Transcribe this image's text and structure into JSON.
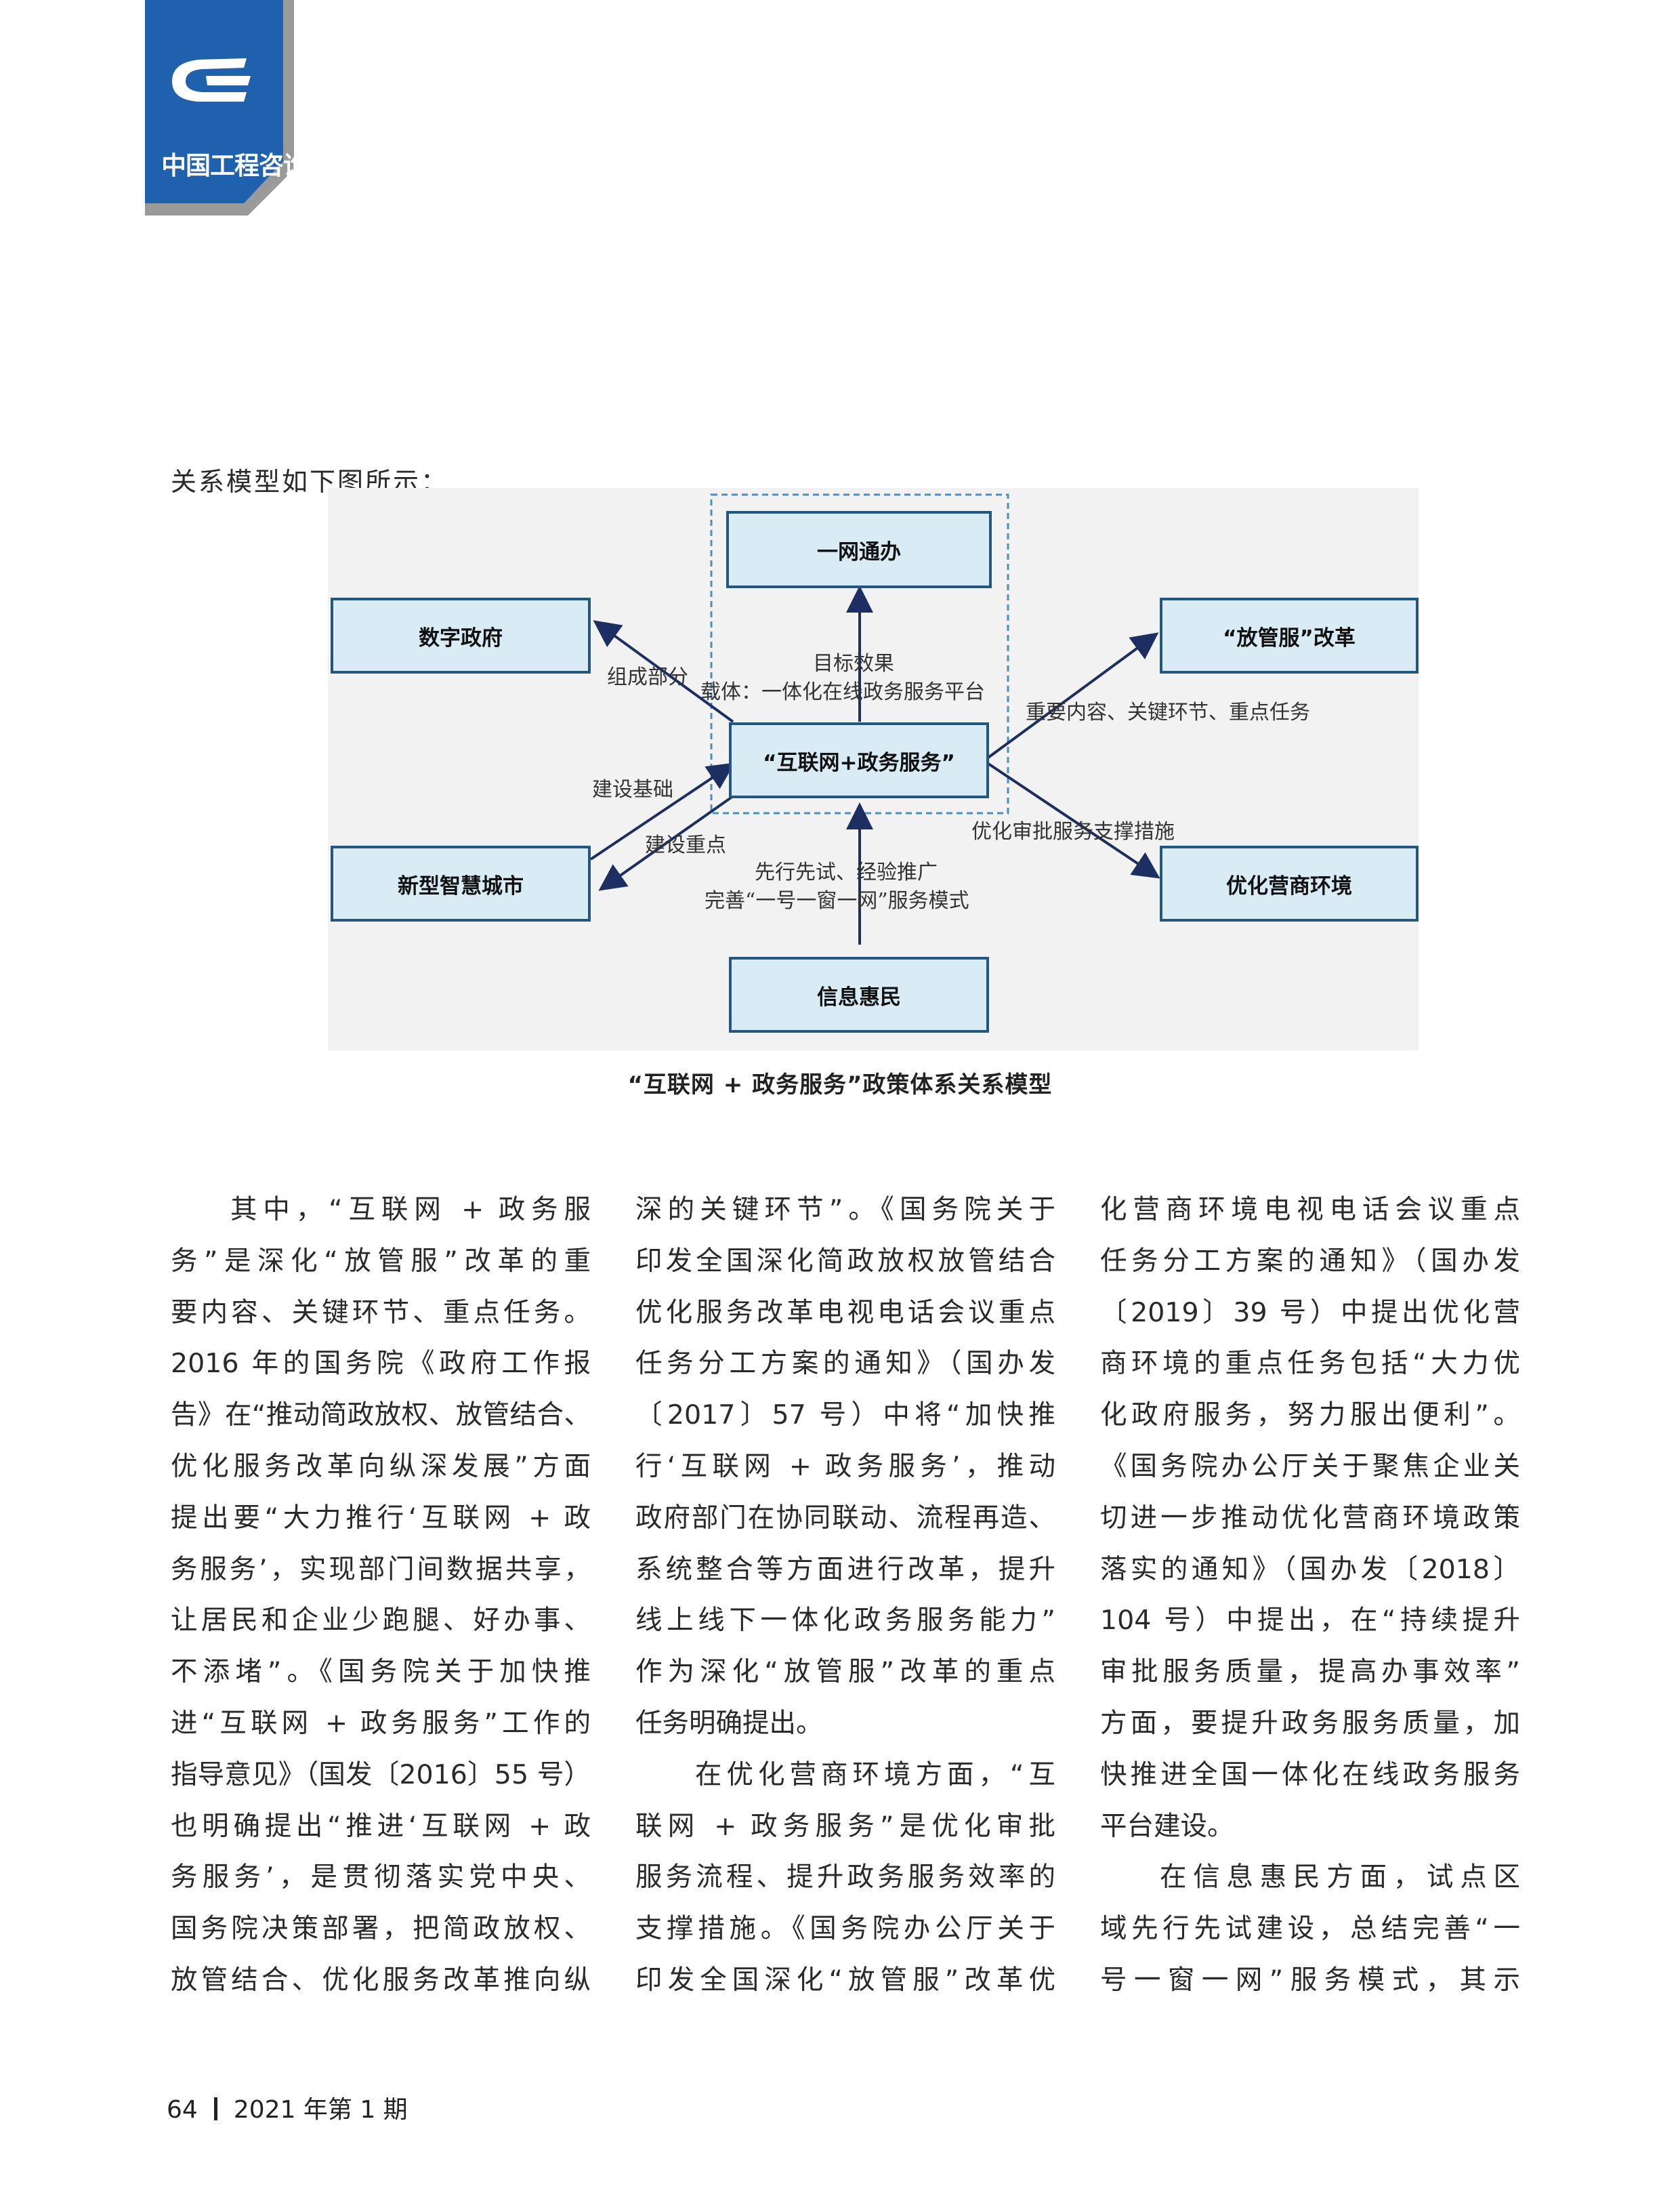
{
  "header": {
    "magazine_name": "中国工程咨询"
  },
  "intro": "关系模型如下图所示：",
  "diagram": {
    "nodes": {
      "top": "一网通办",
      "left_top": "数字政府",
      "right_top": "“放管服”改革",
      "center": "“互联网+政务服务”",
      "left_bottom": "新型智慧城市",
      "right_bottom": "优化营商环境",
      "bottom": "信息惠民"
    },
    "labels": {
      "target_effect": "目标效果",
      "carrier": "载体：一体化在线政务服务平台",
      "component": "组成部分",
      "key_content": "重要内容、关键环节、重点任务",
      "build_base": "建设基础",
      "build_focus": "建设重点",
      "optimize_support": "优化审批服务支撑措施",
      "pilot_first": "先行先试、经验推广",
      "improve_mode": "完善“一号一窗一网”服务模式"
    }
  },
  "caption": "“互联网 + 政务服务”政策体系关系模型",
  "columns": [
    [
      "其中，“互联网 + 政务服",
      "务”是深化“放管服”改革的重",
      "要内容、关键环节、重点任务。",
      "2016 年的国务院《政府工作报",
      "告》在“推动简政放权、放管结合、",
      "优化服务改革向纵深发展”方面",
      "提出要“大力推行‘互联网 + 政",
      "务服务’，实现部门间数据共享，",
      "让居民和企业少跑腿、好办事、",
      "不添堵”。《国务院关于加快推",
      "进“互联网 + 政务服务”工作的",
      "指导意见》（国发〔2016〕55 号）",
      "也明确提出“推进‘互联网 + 政",
      "务服务’，是贯彻落实党中央、",
      "国务院决策部署，把简政放权、",
      "放管结合、优化服务改革推向纵"
    ],
    [
      "深的关键环节”。《国务院关于",
      "印发全国深化简政放权放管结合",
      "优化服务改革电视电话会议重点",
      "任务分工方案的通知》（国办发",
      "〔2017〕57 号）中将“加快推",
      "行‘互联网 + 政务服务’，推动",
      "政府部门在协同联动、流程再造、",
      "系统整合等方面进行改革，提升",
      "线上线下一体化政务服务能力”",
      "作为深化“放管服”改革的重点",
      "任务明确提出。",
      "在优化营商环境方面，“互",
      "联网 + 政务服务”是优化审批",
      "服务流程、提升政务服务效率的",
      "支撑措施。《国务院办公厅关于",
      "印发全国深化“放管服”改革优"
    ],
    [
      "化营商环境电视电话会议重点",
      "任务分工方案的通知》（国办发",
      "〔2019〕39 号）中提出优化营",
      "商环境的重点任务包括“大力优",
      "化政府服务，努力服出便利”。",
      "《国务院办公厅关于聚焦企业关",
      "切进一步推动优化营商环境政策",
      "落实的通知》（国办发〔2018〕",
      "104 号）中提出，在“持续提升",
      "审批服务质量，提高办事效率”",
      "方面，要提升政务服务质量，加",
      "快推进全国一体化在线政务服务",
      "平台建设。",
      "在信息惠民方面，试点区",
      "域先行先试建设，总结完善“一",
      "号一窗一网”服务模式，其示"
    ]
  ],
  "footer": {
    "page_number": "64",
    "issue": "2021 年第 1 期"
  }
}
